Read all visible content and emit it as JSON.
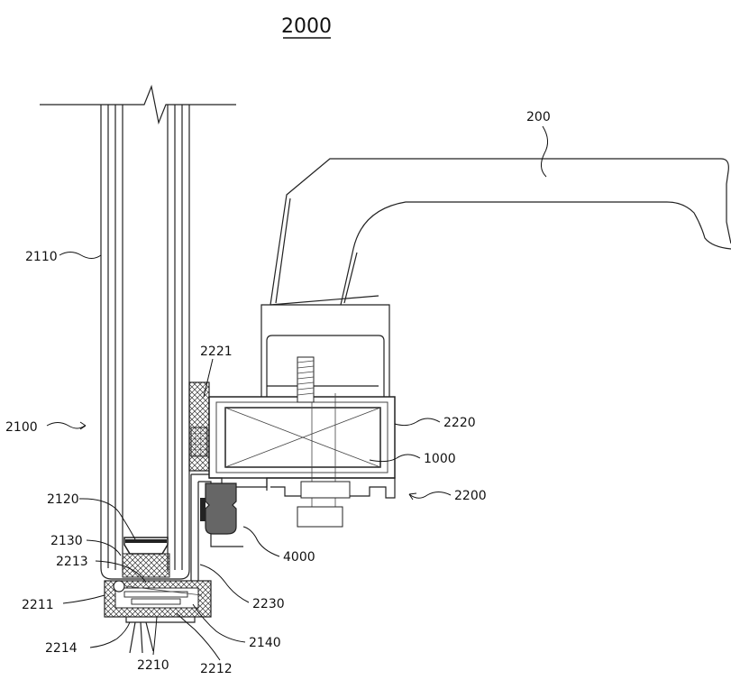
{
  "figure": {
    "title": "2000",
    "labels": {
      "l200": "200",
      "l2110": "2110",
      "l2100": "2100",
      "l2221": "2221",
      "l2220": "2220",
      "l1000": "1000",
      "l2200": "2200",
      "l2120": "2120",
      "l2130": "2130",
      "l2213": "2213",
      "l4000": "4000",
      "l2211": "2211",
      "l2230": "2230",
      "l2214": "2214",
      "l2140": "2140",
      "l2210": "2210",
      "l2212": "2212"
    }
  }
}
